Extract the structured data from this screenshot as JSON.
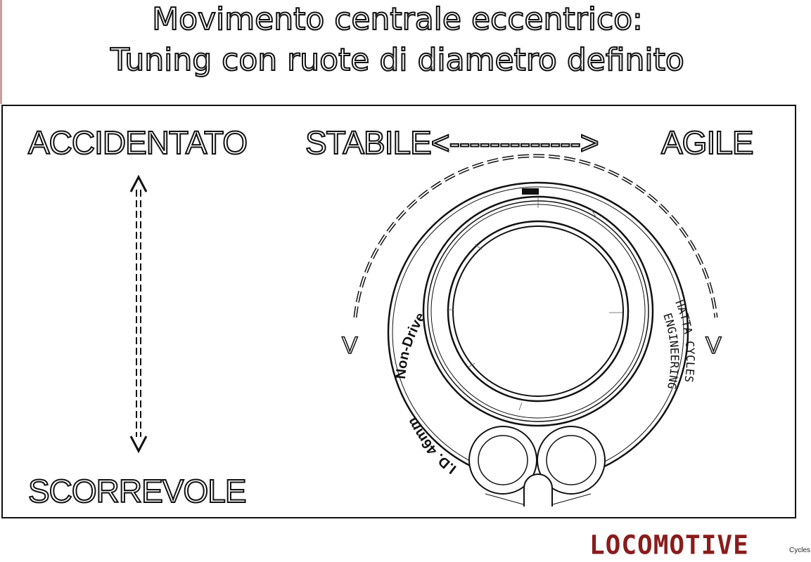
{
  "title": {
    "line1": "Movimento centrale eccentrico:",
    "line2": "Tuning con ruote di diametro definito"
  },
  "axes": {
    "top_left": "ACCIDENTATO",
    "bottom_left": "SCORREVOLE",
    "stable": "STABILE",
    "agile": "AGILE",
    "arrow_dashes": "<------------->",
    "arrow_head_left": "V",
    "arrow_head_right": "V"
  },
  "part": {
    "side_text": "Non-Drive",
    "id_text": "I.D. 46mm",
    "maker_line1": "HATTA CYCLES",
    "maker_line2": "ENGINEERING"
  },
  "brand": {
    "name": "LOCOMOTIVE",
    "sub": "Cycles",
    "color": "#8a1c1c"
  },
  "colors": {
    "line": "#111111",
    "background": "#ffffff"
  }
}
